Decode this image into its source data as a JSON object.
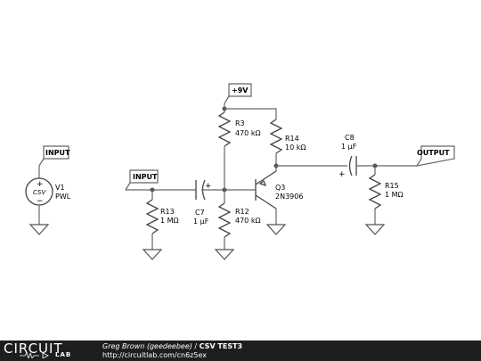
{
  "schematic": {
    "flags": {
      "vcc": "+9V",
      "input_src": "INPUT",
      "input_amp": "INPUT",
      "output": "OUTPUT"
    },
    "source": {
      "ref": "V1",
      "type": "PWL",
      "symbol_text": "CSV",
      "plus": "+",
      "minus": "−"
    },
    "components": {
      "r3": {
        "ref": "R3",
        "value": "470 kΩ"
      },
      "r14": {
        "ref": "R14",
        "value": "10 kΩ"
      },
      "r12": {
        "ref": "R12",
        "value": "470 kΩ"
      },
      "r13": {
        "ref": "R13",
        "value": "1 MΩ"
      },
      "r15": {
        "ref": "R15",
        "value": "1 MΩ"
      },
      "c7": {
        "ref": "C7",
        "value": "1 µF",
        "plus": "+"
      },
      "c8": {
        "ref": "C8",
        "value": "1 µF",
        "plus": "+"
      },
      "q3": {
        "ref": "Q3",
        "value": "2N3906"
      }
    }
  },
  "footer": {
    "logo_circuit": "CIRCUIT",
    "logo_lab": "LAB",
    "author": "Greg Brown (geedeebee)",
    "separator": " / ",
    "title": "CSV TEST3",
    "url": "http://circuitlab.com/cn6z5ex"
  }
}
